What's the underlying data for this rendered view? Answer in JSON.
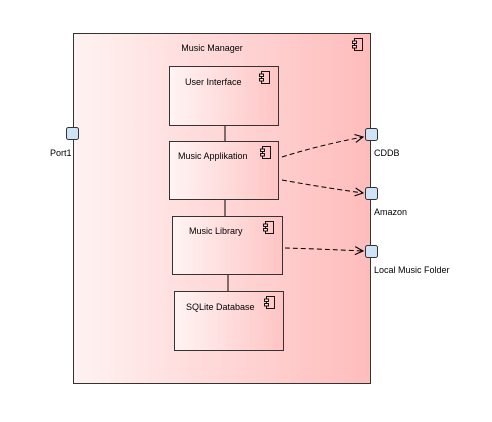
{
  "diagram": {
    "container": {
      "name": "Music Manager"
    },
    "components": {
      "ui": {
        "name": "User Interface"
      },
      "app": {
        "name": "Music Applikation"
      },
      "lib": {
        "name": "Music Library"
      },
      "db": {
        "name": "SQLite Database"
      }
    },
    "ports": {
      "port1": {
        "name": "Port1"
      },
      "cddb": {
        "name": "CDDB"
      },
      "amazon": {
        "name": "Amazon"
      },
      "local": {
        "name": "Local Music Folder"
      }
    },
    "colors": {
      "fill_light": "#fff0f0",
      "fill_dark": "#ffb8b8",
      "port_fill": "#cfe3f7",
      "port_stroke": "#333333",
      "line": "#000000"
    }
  }
}
